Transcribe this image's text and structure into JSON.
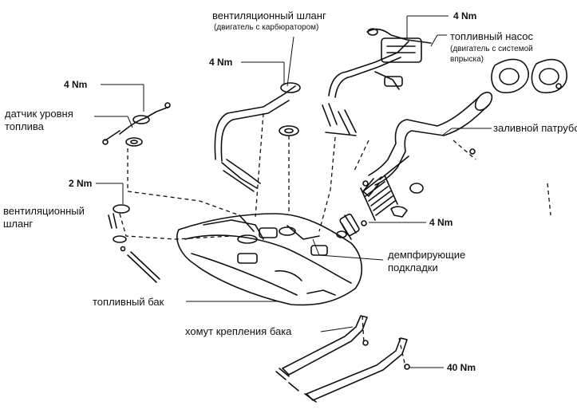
{
  "labels": {
    "vent_hose_top": "вентиляционный шланг",
    "vent_hose_top_sub": "(двигатель с карбюратором)",
    "torque_top_right": "4 Nm",
    "fuel_pump": "топливный насос",
    "fuel_pump_sub_1": "(двигатель с системой",
    "fuel_pump_sub_2": "впрыска)",
    "torque_center": "4 Nm",
    "torque_left": "4 Nm",
    "level_sensor_1": "датчик  уровня",
    "level_sensor_2": "топлива",
    "filler_pipe": "заливной  патрубок",
    "torque_2nm": "2 Nm",
    "vent_hose_left_1": "вентиляционный",
    "vent_hose_left_2": "шланг",
    "torque_right_mid": "4 Nm",
    "damping_pads_1": "демпфирующие",
    "damping_pads_2": "подкладки",
    "fuel_tank": "топливный  бак",
    "tank_strap": "хомут  крепления  бака",
    "torque_40nm": "40 Nm"
  },
  "colors": {
    "ink": "#111111",
    "paper": "#ffffff"
  }
}
